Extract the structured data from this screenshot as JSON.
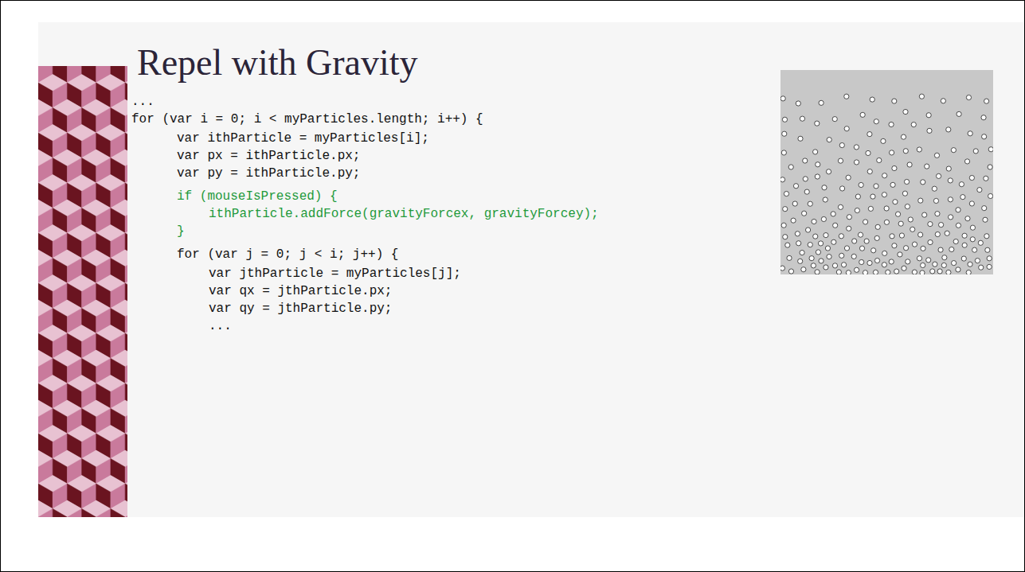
{
  "diagram": {
    "title": "Repel with Gravity",
    "labels": [
      "...",
      "for (var i = 0; i < myParticles.length; i++) {",
      "var ithParticle = myParticles[i];",
      "var px = ithParticle.px;",
      "var py = ithParticle.py;",
      "if (mouseIsPressed) {",
      "ithParticle.addForce(gravityForcex, gravityForcey);",
      "}",
      "for (var j = 0; j < i; j++) {",
      "var jthParticle = myParticles[j];",
      "var qx = jthParticle.px;",
      "var qy = jthParticle.py;",
      "..."
    ]
  }
}
